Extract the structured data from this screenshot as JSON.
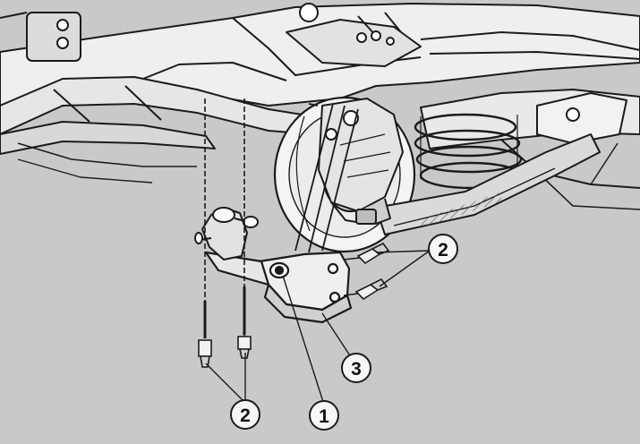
{
  "callouts": [
    {
      "id": "c2a",
      "label": "2"
    },
    {
      "id": "c3",
      "label": "3"
    },
    {
      "id": "c2b",
      "label": "2"
    },
    {
      "id": "c1",
      "label": "1"
    }
  ],
  "colors": {
    "background": "#c9c9c9",
    "ink": "#1b1b1b",
    "metal_light": "#efefef",
    "metal_mid": "#d9d9d9",
    "shadow": "#8a8a8a"
  }
}
